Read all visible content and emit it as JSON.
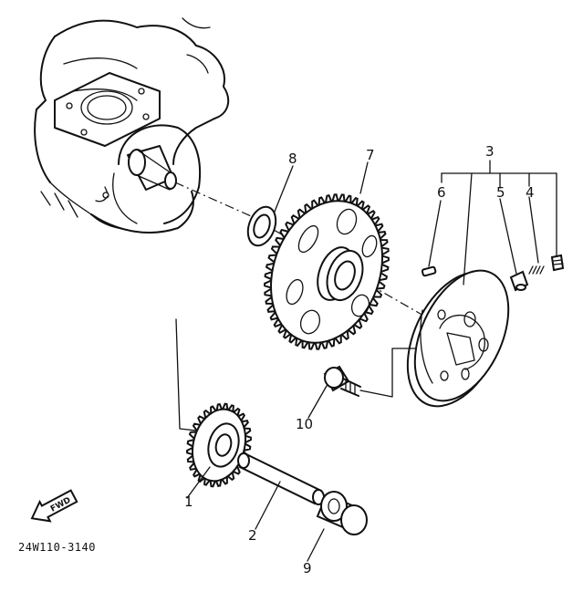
{
  "diagram": {
    "part_code": "24W110-3140",
    "fwd_label": "FWD",
    "callouts": [
      "1",
      "2",
      "3",
      "4",
      "5",
      "6",
      "7",
      "8",
      "9",
      "10"
    ],
    "icons": {
      "engine_case": "engine-case-illustration",
      "idler_gear": "idler-gear",
      "shaft": "idler-shaft",
      "clutch_assembly": "starter-clutch-assembly",
      "gear_wheel": "starter-wheel-gear",
      "washer": "washer",
      "collar": "collar",
      "bolt": "bolt",
      "fwd_arrow": "forward-arrow-icon"
    }
  }
}
